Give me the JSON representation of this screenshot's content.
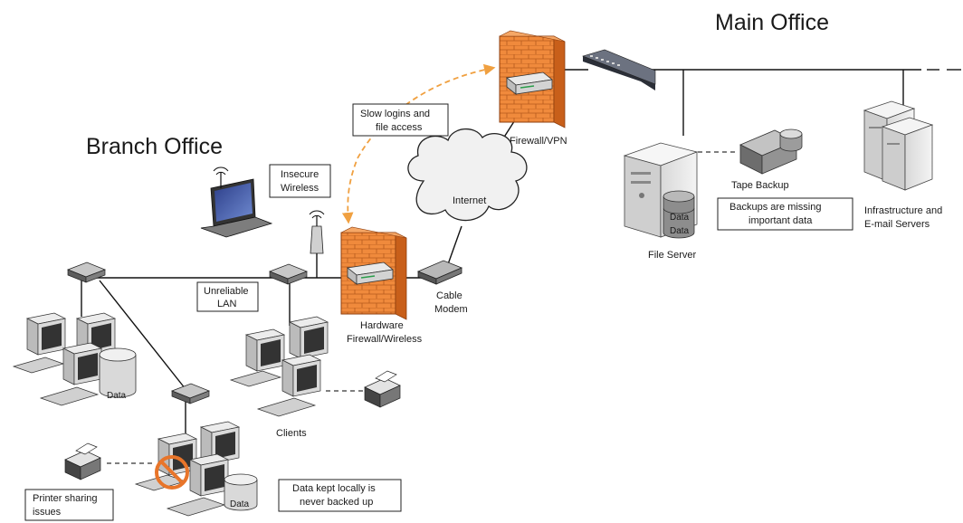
{
  "titles": {
    "main_office": "Main Office",
    "branch_office": "Branch Office"
  },
  "labels": {
    "firewall_vpn": "Firewall/VPN",
    "internet": "Internet",
    "tape_backup": "Tape Backup",
    "file_server": "File Server",
    "infra_line1": "Infrastructure and",
    "infra_line2": "E-mail Servers",
    "cable_line1": "Cable",
    "cable_line2": "Modem",
    "hwfw_line1": "Hardware",
    "hwfw_line2": "Firewall/Wireless",
    "clients": "Clients",
    "data": "Data"
  },
  "callouts": {
    "slow_logins_line1": "Slow logins and",
    "slow_logins_line2": "file access",
    "insecure_line1": "Insecure",
    "insecure_line2": "Wireless",
    "unreliable_line1": "Unreliable",
    "unreliable_line2": "LAN",
    "backups_line1": "Backups are missing",
    "backups_line2": "important data",
    "data_local_line1": "Data kept locally is",
    "data_local_line2": "never backed up",
    "printer_line1": "Printer sharing",
    "printer_line2": "issues"
  },
  "colors": {
    "firewall": "#f08a3c",
    "firewall_dark": "#c85f1a",
    "arrow": "#f0a040",
    "prohibit": "#e8752a"
  }
}
